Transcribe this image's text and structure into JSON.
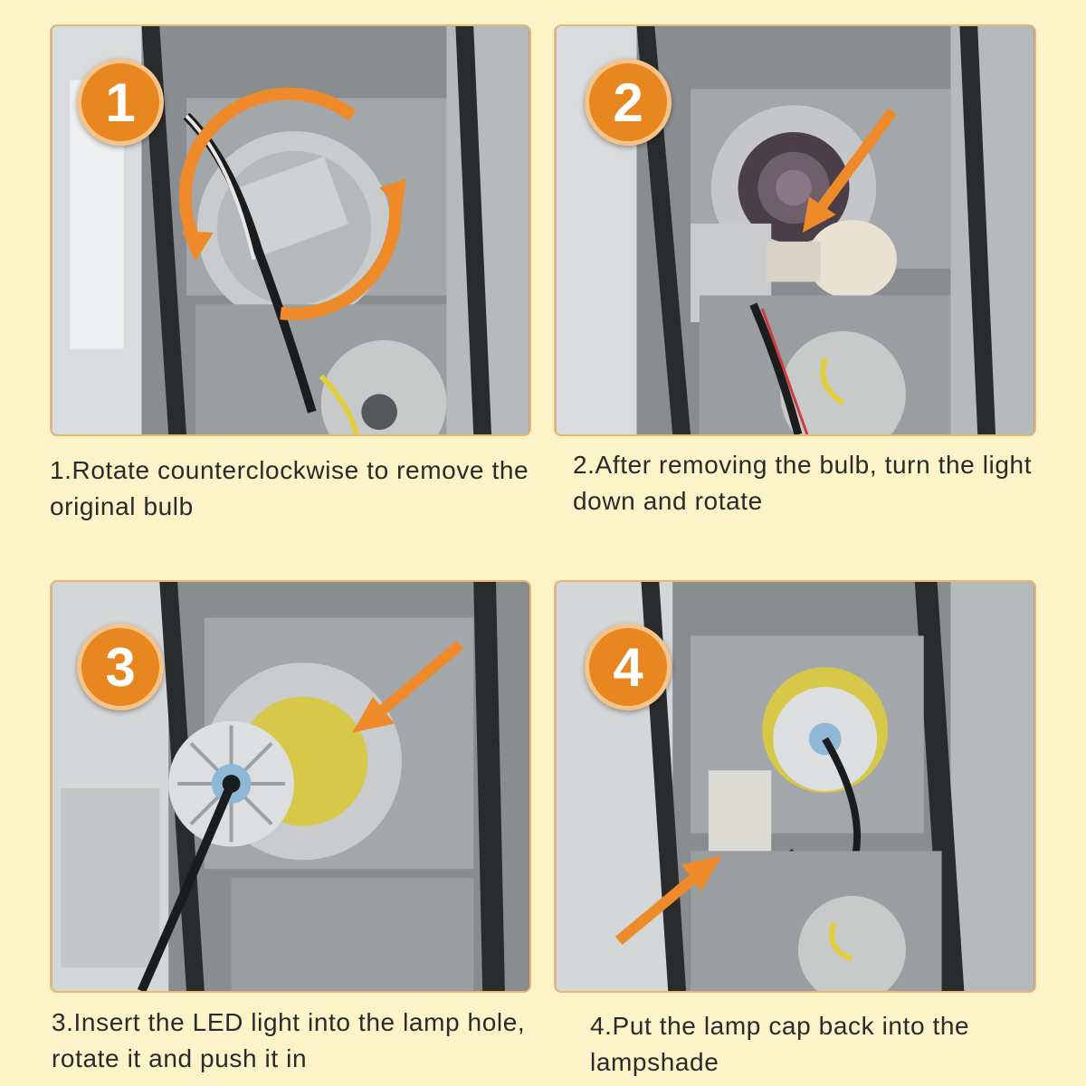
{
  "steps": [
    {
      "number": "1",
      "caption": "1.Rotate counterclockwise to remove the original bulb"
    },
    {
      "number": "2",
      "caption": "2.After removing the bulb, turn the light down and rotate"
    },
    {
      "number": "3",
      "caption": "3.Insert the LED light into the lamp hole, rotate it and push it in"
    },
    {
      "number": "4",
      "caption": "4.Put the lamp cap back into the lampshade"
    }
  ],
  "colors": {
    "background": "#fdf3c8",
    "badge": "#e8871f",
    "arrow": "#ee8a2a",
    "frame": "#e6b870"
  }
}
